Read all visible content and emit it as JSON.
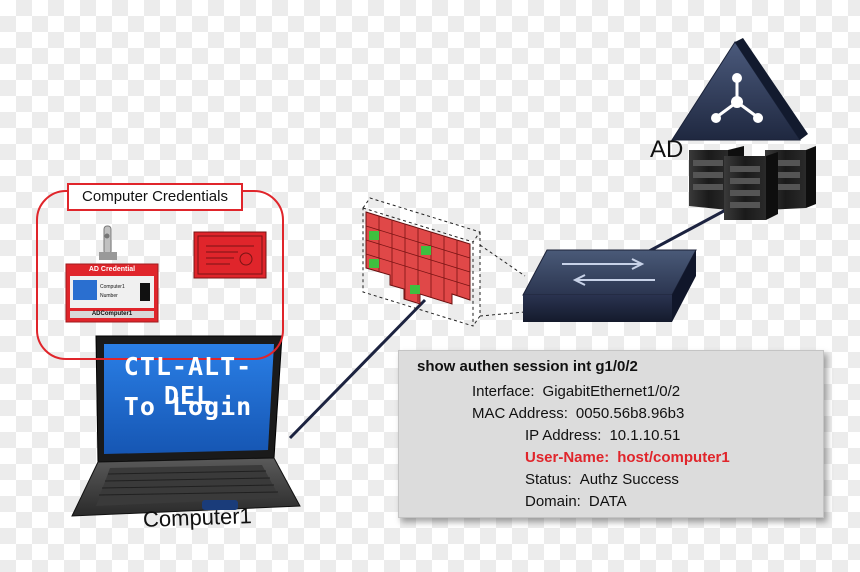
{
  "credentials": {
    "title": "Computer Credentials",
    "badge": {
      "header": "AD Credential",
      "line1": "Computer1",
      "line2": "Number",
      "footer": "ADComputer1"
    }
  },
  "server_label": "AD",
  "laptop": {
    "screen_line1": "CTL-ALT-DEL",
    "screen_line2": "To Login",
    "label": "Computer1"
  },
  "session": {
    "command": "show authen session int g1/0/2",
    "fields": [
      {
        "label": "Interface:",
        "value": "GigabitEthernet1/0/2"
      },
      {
        "label": "MAC Address:",
        "value": "0050.56b8.96b3"
      },
      {
        "label": "IP Address:",
        "value": "10.1.10.51"
      },
      {
        "label": "User-Name:",
        "value": "host/computer1"
      },
      {
        "label": "Status:",
        "value": "Authz Success"
      },
      {
        "label": "Domain:",
        "value": "DATA"
      }
    ]
  },
  "colors": {
    "accent_red": "#e0252b",
    "screen_blue": "#1e6fd0",
    "port_green": "#3fc03f"
  }
}
